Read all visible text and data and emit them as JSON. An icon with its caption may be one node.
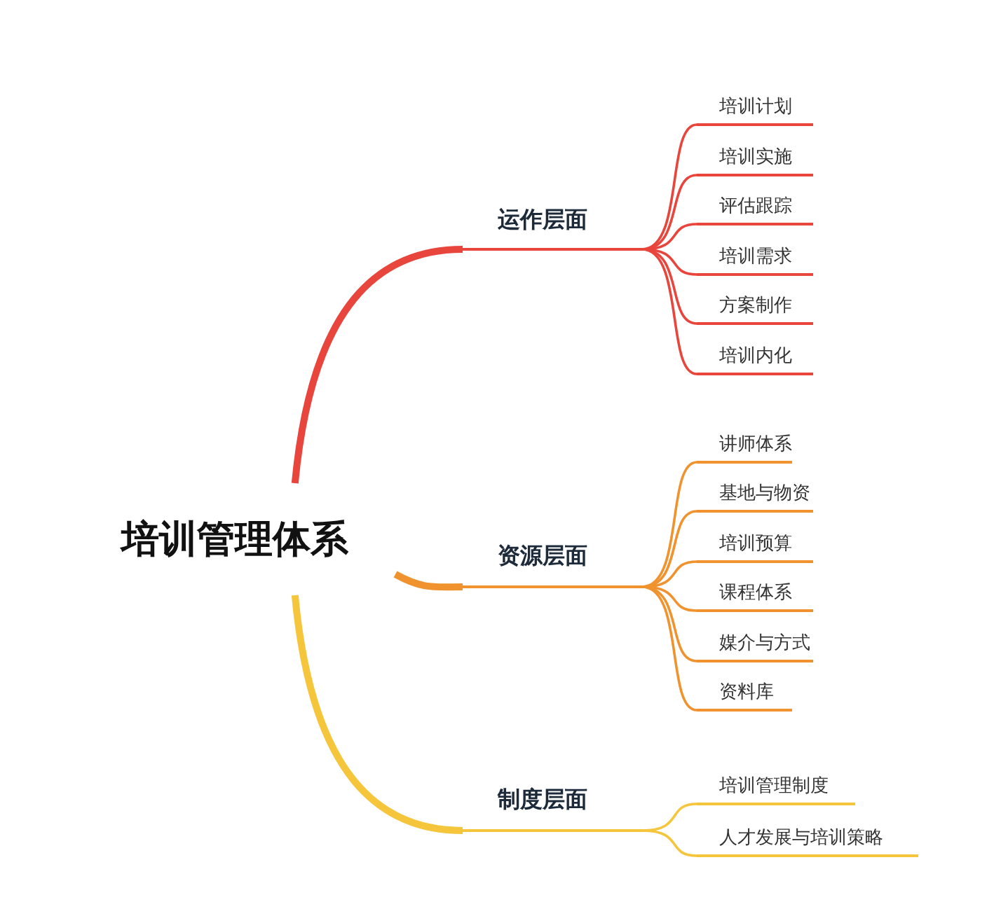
{
  "diagram": {
    "nodes": [
      {
        "text": [
          "培训管理体系"
        ]
      },
      {
        "text": [
          "运作层面"
        ]
      },
      {
        "text": [
          "培训计划"
        ]
      },
      {
        "text": [
          "培训实施"
        ]
      },
      {
        "text": [
          "评估跟踪"
        ]
      },
      {
        "text": [
          "培训需求"
        ]
      },
      {
        "text": [
          "方案制作"
        ]
      },
      {
        "text": [
          "培训内化"
        ]
      },
      {
        "text": [
          "资源层面"
        ]
      },
      {
        "text": [
          "讲师体系"
        ]
      },
      {
        "text": [
          "基地与物资"
        ]
      },
      {
        "text": [
          "培训预算"
        ]
      },
      {
        "text": [
          "课程体系"
        ]
      },
      {
        "text": [
          "媒介与方式"
        ]
      },
      {
        "text": [
          "资料库"
        ]
      },
      {
        "text": [
          "制度层面"
        ]
      },
      {
        "text": [
          "培训管理制度"
        ]
      },
      {
        "text": [
          "人才发展与培训策略"
        ]
      }
    ],
    "edges": [
      {
        "from": 0,
        "to": 1,
        "arrow": "none",
        "style": "thick",
        "color": "#e8453c"
      },
      {
        "from": 1,
        "to": 2,
        "arrow": "none",
        "color": "#e8453c"
      },
      {
        "from": 1,
        "to": 3,
        "arrow": "none",
        "color": "#e8453c"
      },
      {
        "from": 1,
        "to": 4,
        "arrow": "none",
        "color": "#e8453c"
      },
      {
        "from": 1,
        "to": 5,
        "arrow": "none",
        "color": "#e8453c"
      },
      {
        "from": 1,
        "to": 6,
        "arrow": "none",
        "color": "#e8453c"
      },
      {
        "from": 1,
        "to": 7,
        "arrow": "none",
        "color": "#e8453c"
      },
      {
        "from": 0,
        "to": 8,
        "arrow": "none",
        "style": "thick",
        "color": "#f0932e"
      },
      {
        "from": 8,
        "to": 9,
        "arrow": "none",
        "color": "#f0932e"
      },
      {
        "from": 8,
        "to": 10,
        "arrow": "none",
        "color": "#f0932e"
      },
      {
        "from": 8,
        "to": 11,
        "arrow": "none",
        "color": "#f0932e"
      },
      {
        "from": 8,
        "to": 12,
        "arrow": "none",
        "color": "#f0932e"
      },
      {
        "from": 8,
        "to": 13,
        "arrow": "none",
        "color": "#f0932e"
      },
      {
        "from": 8,
        "to": 14,
        "arrow": "none",
        "color": "#f0932e"
      },
      {
        "from": 0,
        "to": 15,
        "arrow": "none",
        "style": "thick",
        "color": "#f5c63c"
      },
      {
        "from": 15,
        "to": 16,
        "arrow": "none",
        "color": "#f5c63c"
      },
      {
        "from": 15,
        "to": 17,
        "arrow": "none",
        "color": "#f5c63c"
      }
    ]
  }
}
